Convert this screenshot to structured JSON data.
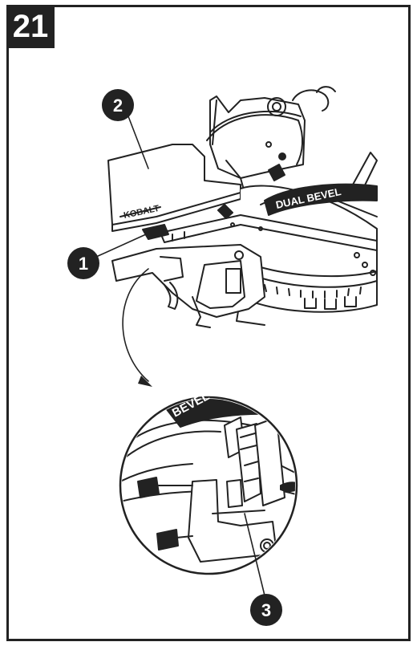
{
  "step": {
    "number": "21"
  },
  "labels": {
    "brand": "KOBALT",
    "bevel_top": "DUAL BEVEL",
    "bevel_detail": "BEVEL"
  },
  "callouts": [
    {
      "number": "1"
    },
    {
      "number": "2"
    },
    {
      "number": "3"
    }
  ],
  "colors": {
    "ink": "#222222",
    "paper": "#ffffff"
  }
}
